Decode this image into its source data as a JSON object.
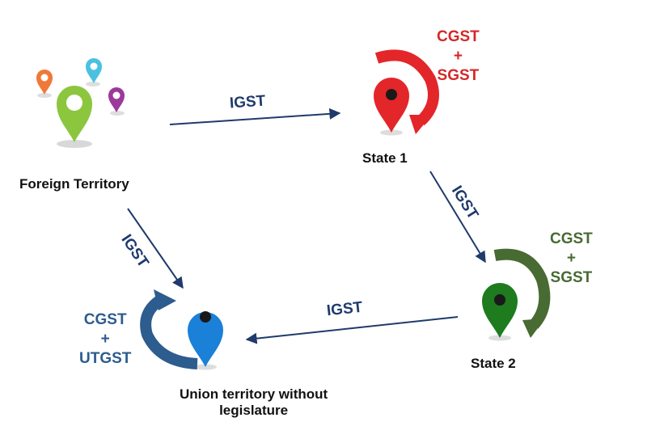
{
  "colors": {
    "flow_arrow": "#1f3a6d",
    "state1_pin": "#e3262a",
    "state1_tax": "#d42828",
    "state2_pin": "#1e7b1e",
    "state2_tax": "#476b32",
    "union_pin": "#1a80d8",
    "union_tax": "#2d5c8e",
    "foreign_pins": [
      "#8cc63f",
      "#f07838",
      "#4ac1e0",
      "#9b3a9b"
    ]
  },
  "nodes": {
    "foreign": {
      "label": "Foreign Territory",
      "icon": "multi-location-pins-icon"
    },
    "state1": {
      "label": "State 1",
      "icon": "red-location-pin-icon"
    },
    "state2": {
      "label": "State 2",
      "icon": "green-location-pin-icon"
    },
    "union": {
      "label_line1": "Union territory without",
      "label_line2": "legislature",
      "icon": "blue-location-pin-icon"
    }
  },
  "flows": [
    {
      "from": "Foreign Territory",
      "to": "State 1",
      "tax": "IGST"
    },
    {
      "from": "State 1",
      "to": "State 2",
      "tax": "IGST"
    },
    {
      "from": "State 2",
      "to": "Union territory without legislature",
      "tax": "IGST"
    },
    {
      "from": "Foreign Territory",
      "to": "Union territory without legislature",
      "tax": "IGST"
    }
  ],
  "intra_taxes": {
    "state1": [
      "CGST",
      "+",
      "SGST"
    ],
    "state2": [
      "CGST",
      "+",
      "SGST"
    ],
    "union": [
      "CGST",
      "+",
      "UTGST"
    ]
  }
}
